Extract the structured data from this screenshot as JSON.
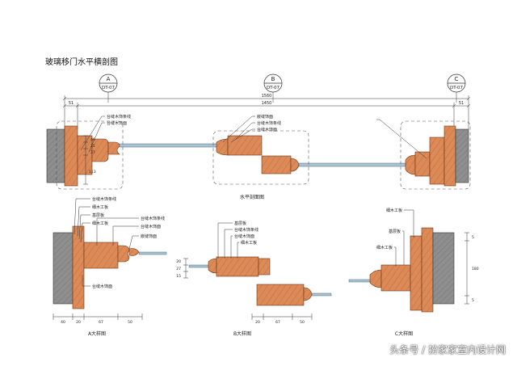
{
  "title": "玻璃移门水平横剖图",
  "watermark": "头条号 / 扮家家室内设计网",
  "colors": {
    "wood": "#dd8a59",
    "wood_dark": "#a9521f",
    "wall": "#8c8c8c",
    "line": "#333333",
    "glass": "#7a9fb6"
  },
  "markers": [
    {
      "letter": "A",
      "code": "DT-07"
    },
    {
      "letter": "B",
      "code": "DT-07"
    },
    {
      "letter": "C",
      "code": "DT-07"
    }
  ],
  "dimensions": {
    "overall": "1560",
    "inner": "1450",
    "left": "51",
    "right": "51"
  },
  "plan": {
    "label": "水平剖面图",
    "notes": [
      "台缝木饰条线",
      "台缝木饰面",
      "嵌缝饰面",
      "台缝木饰条线",
      "台缝木饰面"
    ],
    "vdims": [
      "40",
      "25",
      "37",
      "113"
    ]
  },
  "detail_a": {
    "label": "A大样图",
    "notes": [
      "台缝木饰条线",
      "细木工板",
      "基层板",
      "细木工板",
      "台缝木饰条线",
      "台缝木饰面",
      "嵌缝饰面",
      "台缝木饰面"
    ],
    "dims": [
      "40",
      "20",
      "67",
      "50"
    ]
  },
  "detail_b": {
    "label": "B大样图",
    "notes": [
      "基层板",
      "台缝木饰条线",
      "台缝木饰面",
      "细木工板"
    ],
    "dims": [
      "20",
      "67",
      "50"
    ],
    "vdims": [
      "20",
      "27",
      "15"
    ]
  },
  "detail_c": {
    "label": "C大样图",
    "notes": [
      "细木工板",
      "基层板",
      "细木工板"
    ],
    "vdims": [
      "5",
      "180",
      "5"
    ]
  }
}
